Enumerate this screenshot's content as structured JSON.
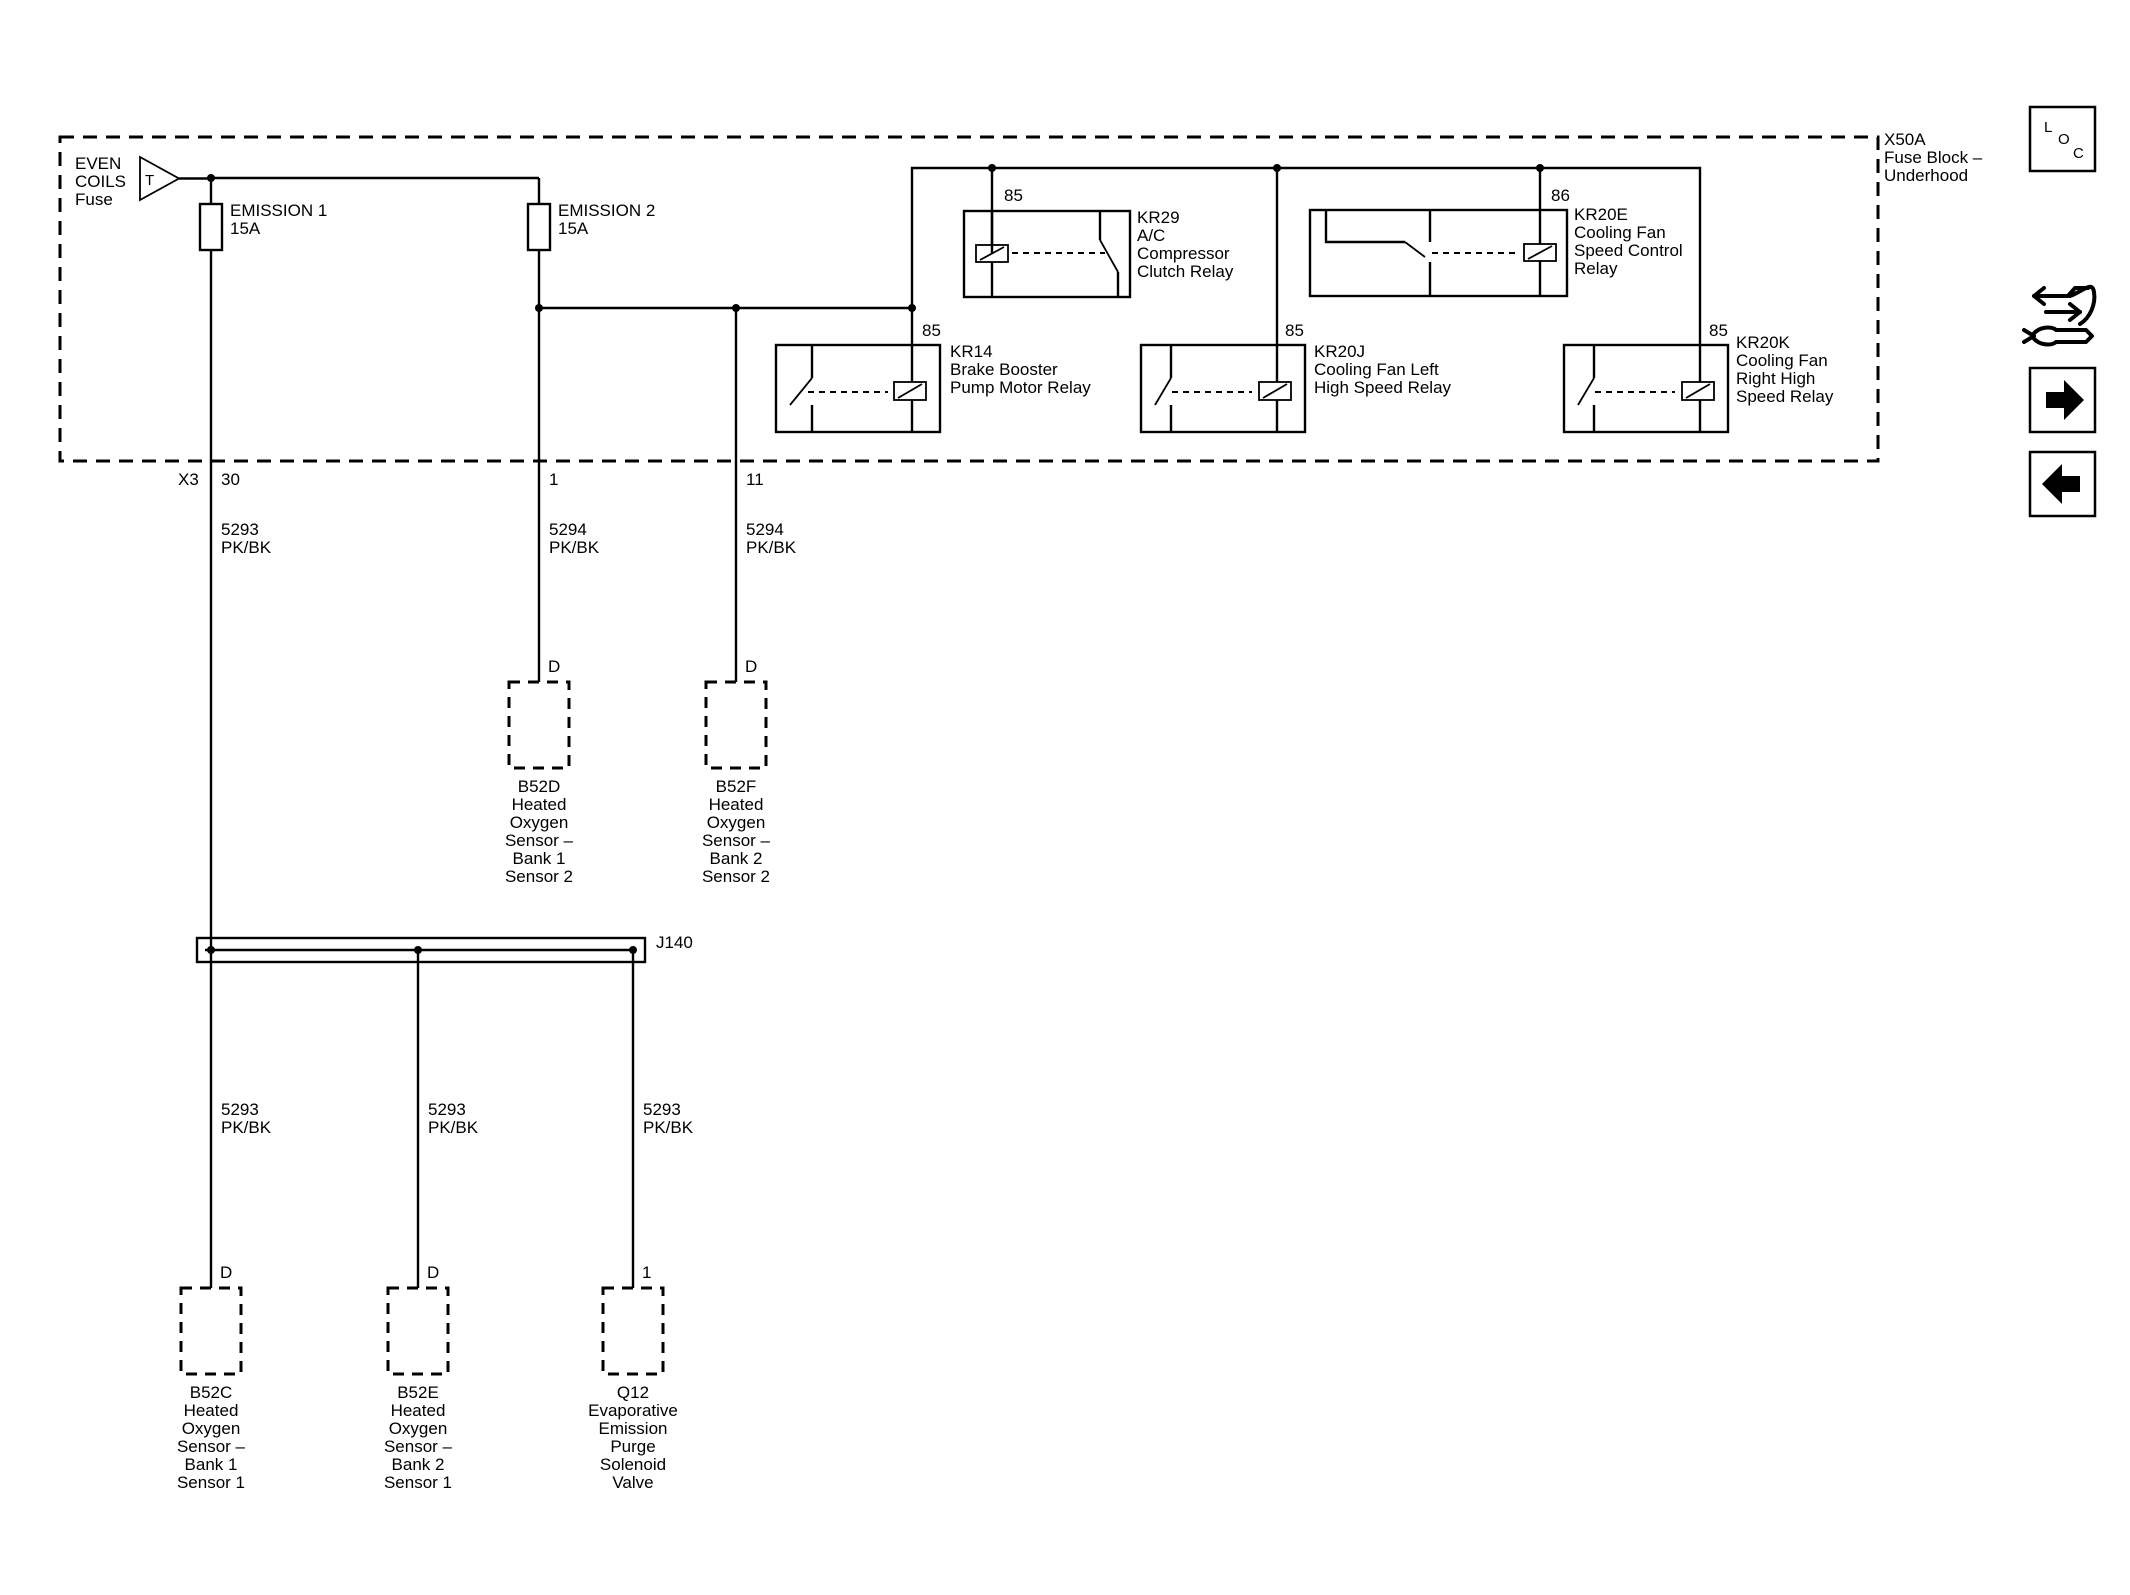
{
  "fuse_block": {
    "name": "X50A",
    "desc1": "Fuse Block –",
    "desc2": "Underhood"
  },
  "source": {
    "line1": "EVEN",
    "line2": "COILS",
    "line3": "Fuse",
    "symbol": "T"
  },
  "fuses": [
    {
      "name": "EMISSION 1",
      "rating": "15A"
    },
    {
      "name": "EMISSION 2",
      "rating": "15A"
    }
  ],
  "pins": {
    "x3": "X3",
    "p30": "30",
    "p1": "1",
    "p11": "11"
  },
  "wires": {
    "w1": {
      "circuit": "5293",
      "color": "PK/BK"
    },
    "w2": {
      "circuit": "5294",
      "color": "PK/BK"
    },
    "w3": {
      "circuit": "5294",
      "color": "PK/BK"
    },
    "w4": {
      "circuit": "5293",
      "color": "PK/BK"
    },
    "w5": {
      "circuit": "5293",
      "color": "PK/BK"
    },
    "w6": {
      "circuit": "5293",
      "color": "PK/BK"
    }
  },
  "relays": {
    "kr29": {
      "pin": "85",
      "l1": "KR29",
      "l2": "A/C",
      "l3": "Compressor",
      "l4": "Clutch Relay"
    },
    "kr20e": {
      "pin": "86",
      "l1": "KR20E",
      "l2": "Cooling Fan",
      "l3": "Speed Control",
      "l4": "Relay"
    },
    "kr14": {
      "pin": "85",
      "l1": "KR14",
      "l2": "Brake Booster",
      "l3": "Pump Motor Relay"
    },
    "kr20j": {
      "pin": "85",
      "l1": "KR20J",
      "l2": "Cooling Fan Left",
      "l3": "High Speed Relay"
    },
    "kr20k": {
      "pin": "85",
      "l1": "KR20K",
      "l2": "Cooling Fan",
      "l3": "Right High",
      "l4": "Speed Relay"
    }
  },
  "splice": {
    "name": "J140"
  },
  "components": {
    "b52d": {
      "pin": "D",
      "l1": "B52D",
      "l2": "Heated",
      "l3": "Oxygen",
      "l4": "Sensor –",
      "l5": "Bank 1",
      "l6": "Sensor 2"
    },
    "b52f": {
      "pin": "D",
      "l1": "B52F",
      "l2": "Heated",
      "l3": "Oxygen",
      "l4": "Sensor –",
      "l5": "Bank 2",
      "l6": "Sensor 2"
    },
    "b52c": {
      "pin": "D",
      "l1": "B52C",
      "l2": "Heated",
      "l3": "Oxygen",
      "l4": "Sensor –",
      "l5": "Bank 1",
      "l6": "Sensor 1"
    },
    "b52e": {
      "pin": "D",
      "l1": "B52E",
      "l2": "Heated",
      "l3": "Oxygen",
      "l4": "Sensor –",
      "l5": "Bank 2",
      "l6": "Sensor 1"
    },
    "q12": {
      "pin": "1",
      "l1": "Q12",
      "l2": "Evaporative",
      "l3": "Emission",
      "l4": "Purge",
      "l5": "Solenoid",
      "l6": "Valve"
    }
  },
  "nav": {
    "loc": {
      "l": "L",
      "o": "O",
      "c": "C",
      "icon": "loc-icon"
    },
    "connector_icon": "connector-wrench-icon",
    "next_icon": "arrow-right-icon",
    "prev_icon": "arrow-left-icon"
  }
}
